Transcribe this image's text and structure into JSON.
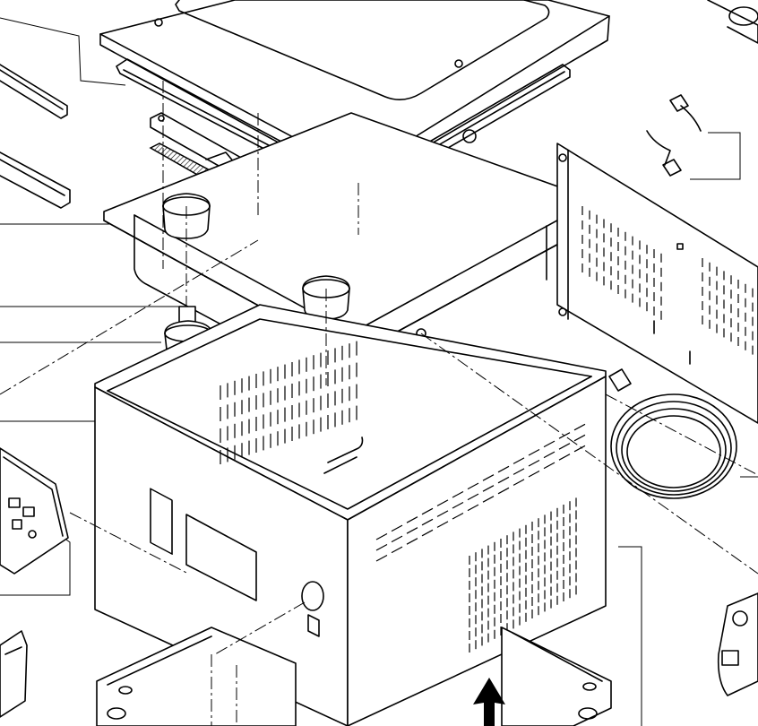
{
  "drawing": {
    "type": "exploded-assembly-diagram",
    "colors": {
      "line": "#000000",
      "background": "#ffffff"
    },
    "parts": [
      "lid",
      "lid-gasket",
      "heating-bar",
      "sealing-strip",
      "vacuum-chamber",
      "lid-bumper-left",
      "lid-bumper-right",
      "chamber-fitting-left",
      "chamber-fitting-right",
      "housing-cabinet",
      "rear-panel",
      "cable-coil",
      "sensor-cables",
      "control-panel-board",
      "base-plate",
      "solenoid-valve",
      "front-arrow"
    ]
  }
}
